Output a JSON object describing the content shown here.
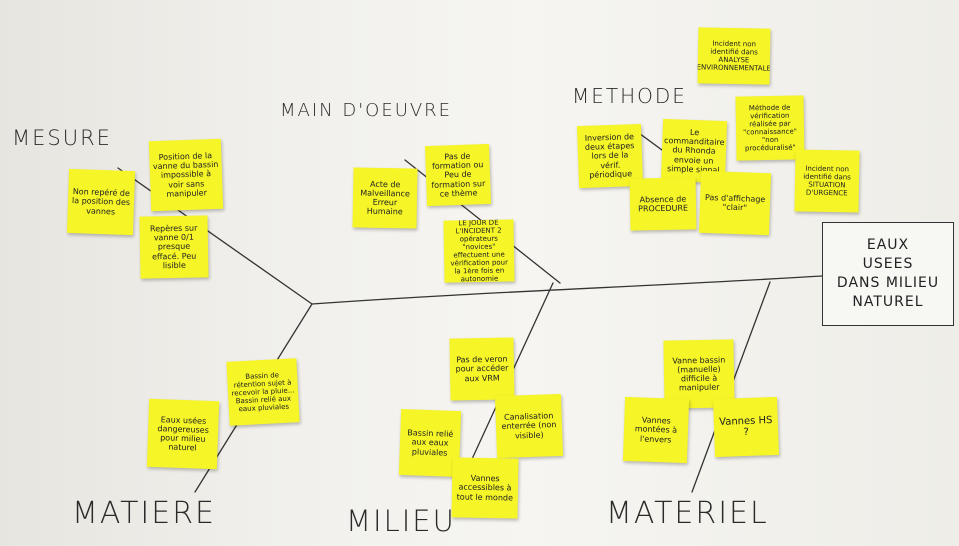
{
  "effect": [
    "EAUX",
    "USEES",
    "DANS MILIEU",
    "NATUREL"
  ],
  "categories": {
    "mesure": "MESURE",
    "main_oeuvre": "MAIN D'OEUVRE",
    "methode": "METHODE",
    "matiere": "MATIERE",
    "milieu": "MILIEU",
    "materiel": "MATERIEL"
  },
  "notes": {
    "mesure_1": "Non repéré de la position des vannes",
    "mesure_2": "Position de la vanne du bassin impossible à voir sans manipuler",
    "mesure_3": "Repères sur vanne 0/1 presque effacé. Peu lisible",
    "mo_1": "Acte de Malveillance Erreur Humaine",
    "mo_2": "Pas de formation ou Peu de formation sur ce thème",
    "mo_3": "LE JOUR DE L'INCIDENT 2 opérateurs \"novices\" effectuent une vérification pour la 1ère fois en autonomie",
    "meth_1": "Inversion de deux étapes lors de la vérif. périodique",
    "meth_2": "Le commanditaire du Rhonda envoie un simple signal",
    "meth_3": "Absence de PROCEDURE",
    "meth_4": "Pas d'affichage \"clair\"",
    "meth_5": "Incident non identifié dans ANALYSE ENVIRONNEMENTALE",
    "meth_6": "Méthode de vérification réalisée par \"connaissance\" \"non procéduralisé\"",
    "meth_7": "Incident non identifié dans SITUATION D'URGENCE",
    "mat_1": "Bassin de rétention sujet à recevoir la pluie... Bassin relié aux eaux pluviales",
    "mat_2": "Eaux usées dangereuses pour milieu naturel",
    "mil_1": "Pas de veron pour accéder aux VRM",
    "mil_2": "Bassin relié aux eaux pluviales",
    "mil_3": "Canalisation enterrée (non visible)",
    "mil_4": "Vannes accessibles à tout le monde",
    "mtl_1": "Vanne bassin (manuelle) difficile à manipuler",
    "mtl_2": "Vannes montées à l'envers",
    "mtl_3": "Vannes HS ?"
  },
  "colors": {
    "note": "#f5f527",
    "ink": "#2a2a2a"
  }
}
